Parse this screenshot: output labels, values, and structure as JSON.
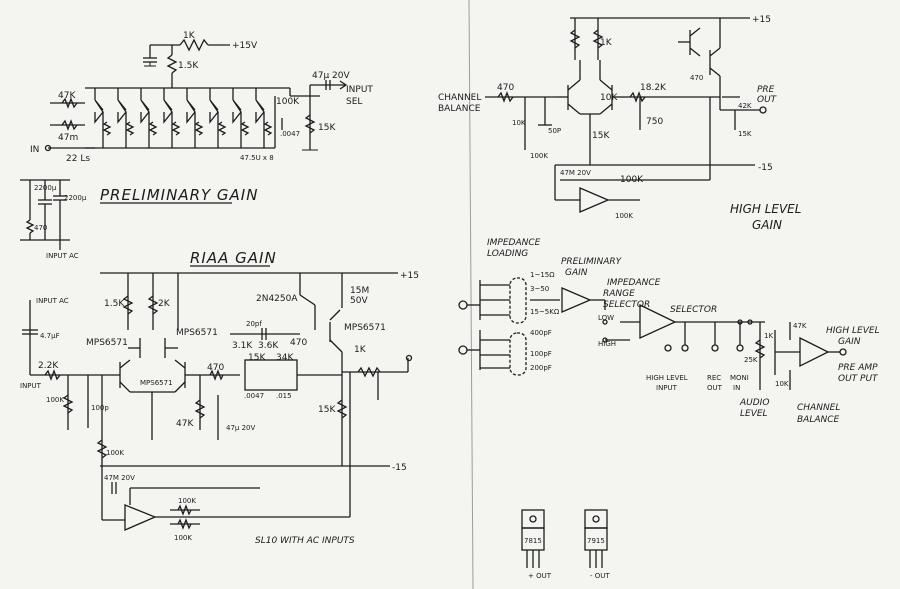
{
  "titles": {
    "preliminary_gain": "PRELIMINARY GAIN",
    "riaa_gain": "RIAA GAIN",
    "high_level_gain_1": "HIGH LEVEL",
    "high_level_gain_2": "GAIN",
    "footer_note": "SL10 WITH AC INPUTS"
  },
  "prelim_section": {
    "r_1k": "1K",
    "r_1_5k": "1.5K",
    "supply": "+15V",
    "r_47k": "47K",
    "r_47m": "47m",
    "input_label": "IN",
    "r_22": "22 Ls",
    "r_100k": "100K",
    "cap_47": "47μ 20V",
    "input_sel_1": "INPUT",
    "input_sel_2": "SEL",
    "r_15k": "15K",
    "cap_0047": ".0047",
    "transistor_note": "47.5U x 8",
    "cap_2200": "2200μ",
    "cap_2200b": "2200μ",
    "r_470": "470",
    "input_ac": "INPUT AC"
  },
  "riaa_section": {
    "supply_pos": "+15",
    "supply_neg": "-15",
    "cap_15m": "15M",
    "cap_50v": "50V",
    "r_1_5k": "1.5K",
    "r_2k": "2K",
    "q1": "MPS6571",
    "q2": "MPS6571",
    "q3": "MPS6571",
    "q4": "MPS6571",
    "q_2n": "2N4250A",
    "cap_20p": "20pf",
    "r_3_1k": "3.1K",
    "r_3_6k": "3.6K",
    "r_470": "470",
    "r_470b": "470",
    "r_1k": "1K",
    "r_15k": "15K",
    "r_15k_b": "15K",
    "r_34k": "34K",
    "cap_0047": ".0047",
    "cap_015": ".015",
    "r_47k": "47K",
    "cap_47": "47μ 20V",
    "input_ac": "INPUT AC",
    "cap_47uf": "4.7μF",
    "r_2_2k": "2.2K",
    "input": "INPUT",
    "r_100k": "100K",
    "r_100k_b": "100K",
    "r_100k_c": "100K",
    "r_100k_d": "100K",
    "cap_47m": "47M 20V",
    "cap_100p": "100p"
  },
  "high_level_section": {
    "supply_pos": "+15",
    "supply_neg": "-15",
    "r_1k": "1K",
    "r_10k": "10K",
    "r_15k": "15K",
    "r_470": "470",
    "r_470b": "470",
    "r_10k_b": "10K",
    "r_50p": "50P",
    "r_18_2k": "18.2K",
    "r_750": "750",
    "r_100k": "100K",
    "r_100k_b": "100K",
    "r_100k_c": "100K",
    "cap_47m": "47M 20V",
    "r_42k": "42K",
    "r_15k_b": "15K",
    "channel_balance_1": "CHANNEL",
    "channel_balance_2": "BALANCE",
    "pre_out_1": "PRE",
    "pre_out_2": "OUT"
  },
  "block_diagram": {
    "impedance_loading_1": "IMPEDANCE",
    "impedance_loading_2": "LOADING",
    "prelim_gain_1": "PRELIMINARY",
    "prelim_gain_2": "GAIN",
    "range_selector_1": "IMPEDANCE",
    "range_selector_2": "RANGE",
    "range_selector_3": "SELECTOR",
    "selector": "SELECTOR",
    "low": "LOW",
    "high": "HIGH",
    "hl_input_1": "HIGH LEVEL",
    "hl_input_2": "INPUT",
    "rec_out_1": "REC",
    "rec_out_2": "OUT",
    "mon_in_1": "MONI",
    "mon_in_2": "IN",
    "audio_level_1": "AUDIO",
    "audio_level_2": "LEVEL",
    "channel_balance_1": "CHANNEL",
    "channel_balance_2": "BALANCE",
    "high_level_gain_1": "HIGH LEVEL",
    "high_level_gain_2": "GAIN",
    "preamp_out_1": "PRE AMP",
    "preamp_out_2": "OUT PUT",
    "r_47k": "47K",
    "r_1k": "1K",
    "r_25k": "25K",
    "r_10k": "10K",
    "r_1_15": "1~15Ω",
    "r_3_50": "3~50",
    "r_15_5k": "15~5KΩ",
    "cap_400": "400pF",
    "cap_100": "100pF",
    "cap_200": "200pF"
  },
  "regulators": {
    "reg_pos": "7815",
    "reg_neg": "7915",
    "out_pos": "+ OUT",
    "out_neg": "- OUT"
  }
}
